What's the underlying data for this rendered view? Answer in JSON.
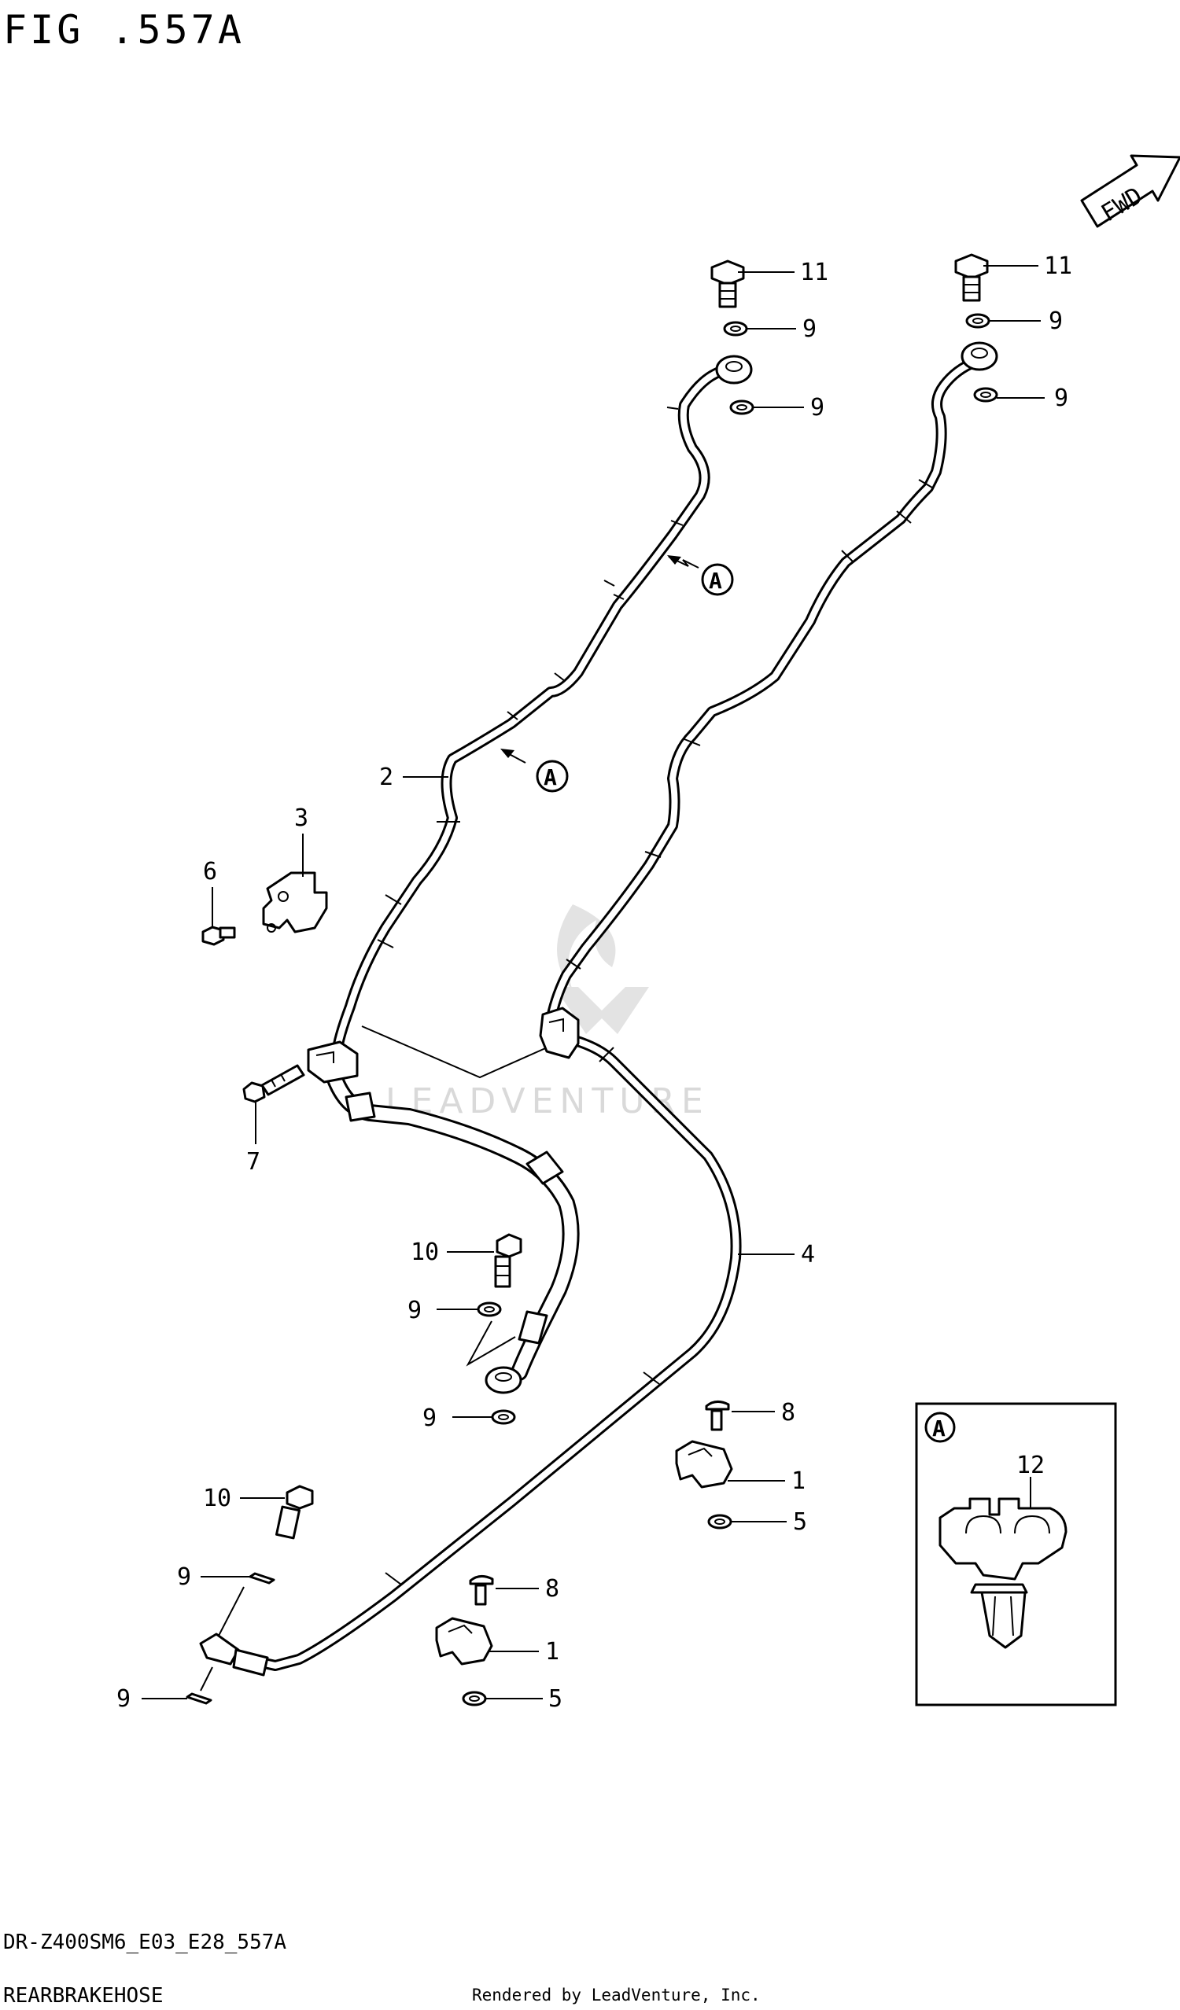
{
  "figure_title": "FIG .557A",
  "model_code": "DR-Z400SM6_E03_E28_557A",
  "section_name": "REARBRAKEHOSE",
  "rendered_by": "Rendered by LeadVenture, Inc.",
  "watermark": "LEADVENTURE",
  "fwd_label": "FWD",
  "detail_marker": "A",
  "callouts": {
    "c1a": "1",
    "c1b": "1",
    "c2": "2",
    "c3": "3",
    "c4": "4",
    "c5a": "5",
    "c5b": "5",
    "c6": "6",
    "c7": "7",
    "c8a": "8",
    "c8b": "8",
    "c9a": "9",
    "c9b": "9",
    "c9c": "9",
    "c9d": "9",
    "c9e": "9",
    "c9f": "9",
    "c9g": "9",
    "c9h": "9",
    "c10a": "10",
    "c10b": "10",
    "c11a": "11",
    "c11b": "11",
    "c12": "12"
  },
  "icons": [
    "fwd-arrow-icon",
    "bolt-icon",
    "washer-icon",
    "clamp-icon",
    "clip-icon",
    "banjo-fitting-icon",
    "bracket-icon"
  ]
}
